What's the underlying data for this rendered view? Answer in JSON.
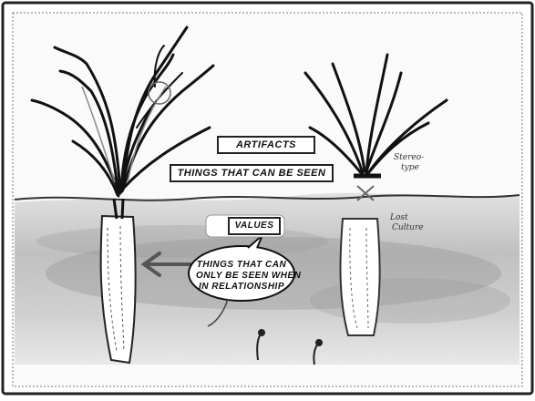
{
  "labels": {
    "artifacts": "ARTIFACTS",
    "things_seen": "THINGS THAT CAN BE SEEN",
    "values": "VALUES",
    "relationship_lines": [
      "THINGS THAT CAN",
      "ONLY BE SEEN WHEN",
      "IN RELATIONSHIP"
    ],
    "stereotype_lines": [
      "Stereo-",
      "type"
    ],
    "lost_culture_lines": [
      "Lost",
      "Culture"
    ]
  },
  "colors": {
    "ink": "#111111",
    "ground_shadow": "#9a9a9a",
    "paper": "#ffffff"
  }
}
